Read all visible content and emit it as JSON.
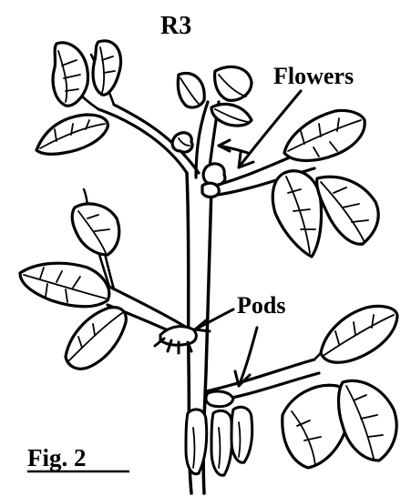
{
  "figure": {
    "stage": "R3",
    "labels": {
      "flowers": "Flowers",
      "pods": "Pods"
    },
    "caption": "Fig. 2"
  }
}
